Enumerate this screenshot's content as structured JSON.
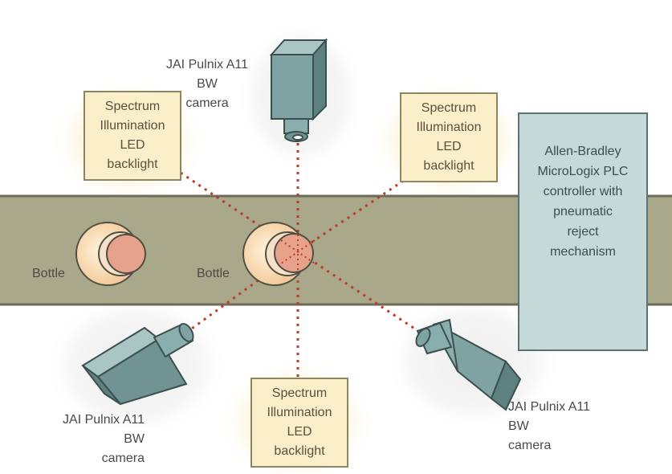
{
  "camera_label": [
    "JAI Pulnix A11",
    "BW",
    "camera"
  ],
  "backlight_label": [
    "Spectrum",
    "Illumination",
    "LED",
    "backlight"
  ],
  "bottle_label": "Bottle",
  "plc_label": [
    "Allen-Bradley",
    "MicroLogix PLC",
    "controller with",
    "pneumatic",
    "reject",
    "mechanism"
  ],
  "colors": {
    "conveyor": "#aaa88a",
    "conveyor_edge": "#6e6b55",
    "camera_body": "#7fa3a2",
    "laser_line": "#c0392b",
    "box_fill": "#fbefc9",
    "plc_fill": "#c4d9d8"
  }
}
